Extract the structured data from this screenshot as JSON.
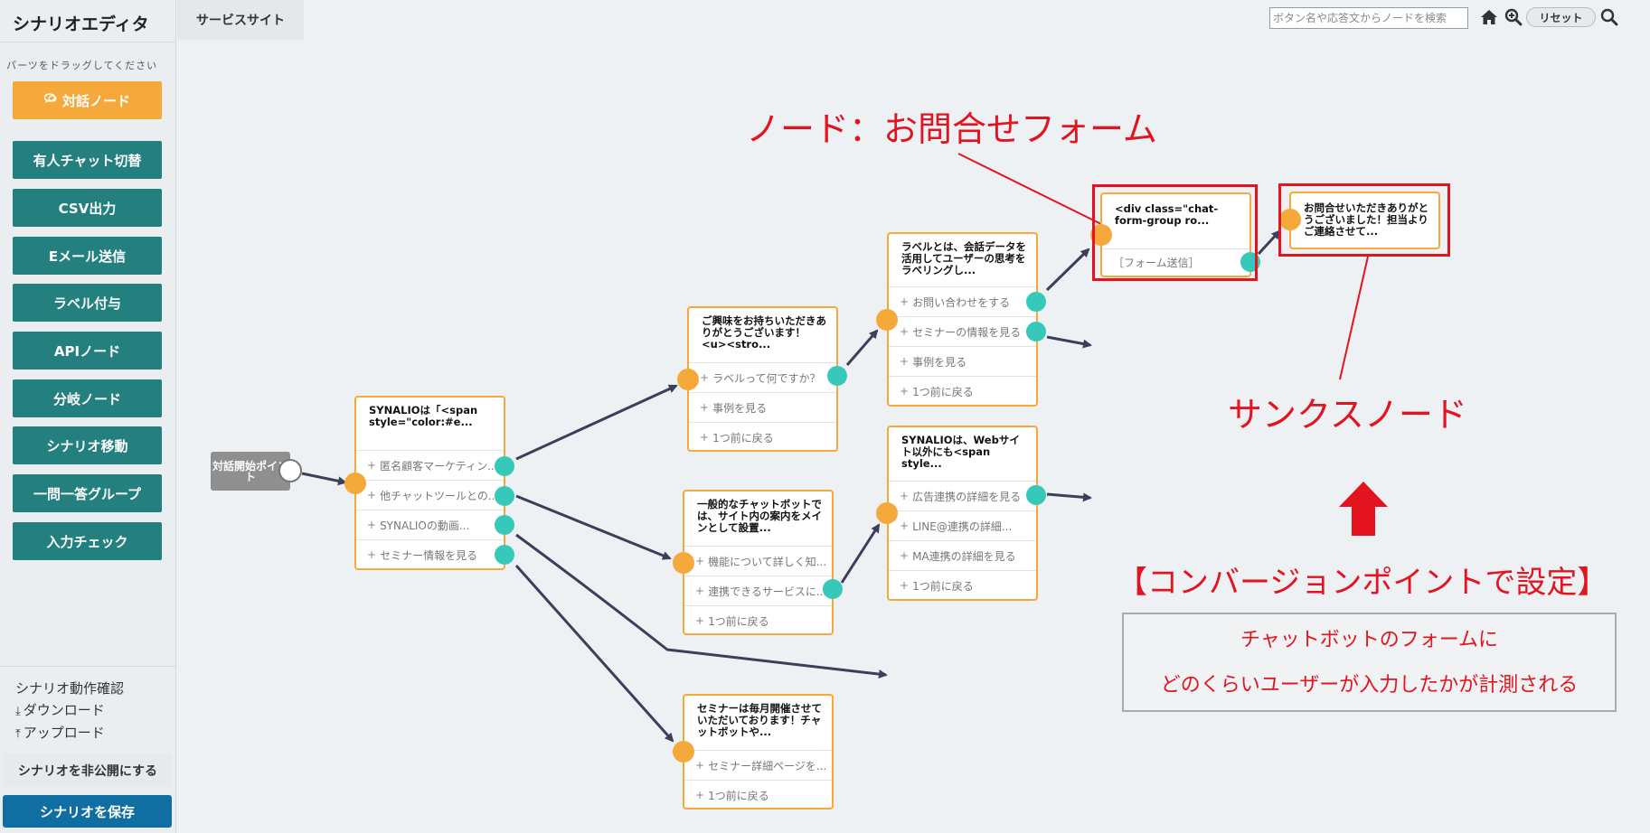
{
  "app": {
    "title": "シナリオエディタ",
    "tab": "サービスサイト"
  },
  "sidebar": {
    "hint": "パーツをドラッグしてください",
    "dialog_node": "対話ノード",
    "buttons": [
      "有人チャット切替",
      "CSV出力",
      "Eメール送信",
      "ラベル付与",
      "APIノード",
      "分岐ノード",
      "シナリオ移動",
      "一問一答グループ",
      "入力チェック"
    ],
    "preview": "シナリオ動作確認",
    "download": "ダウンロード",
    "upload": "アップロード",
    "unpublish": "シナリオを非公開にする",
    "save": "シナリオを保存"
  },
  "topbar": {
    "search_placeholder": "ボタン名や応答文からノードを検索",
    "reset": "リセット",
    "icons": [
      "home-icon",
      "zoom-in-icon",
      "search-icon"
    ]
  },
  "colors": {
    "teal": "#23807f",
    "orange": "#f6a93b",
    "save_blue": "#116ea3",
    "port_teal": "#36c9ba",
    "annotation_red": "#e3141f"
  },
  "canvas": {
    "start_node": "対話開始ポイント",
    "nodes": [
      {
        "text": "SYNALIOは「<span style=\"color:#e...",
        "options": [
          "匿名顧客マーケティン...",
          "他チャットツールとの...",
          "SYNALIOの動画...",
          "セミナー情報を見る"
        ]
      },
      {
        "text": "ご興味をお持ちいただきありがとうございます！<u><stro...",
        "options": [
          "ラベルって何ですか？",
          "事例を見る",
          "1つ前に戻る"
        ]
      },
      {
        "text": "一般的なチャットボットでは、サイト内の案内をメインとして設置...",
        "options": [
          "機能について詳しく知...",
          "連携できるサービスに...",
          "1つ前に戻る"
        ]
      },
      {
        "text": "セミナーは毎月開催させていただいております！チャットボットや...",
        "options": [
          "セミナー詳細ページを...",
          "1つ前に戻る"
        ]
      },
      {
        "text": "ラベルとは、会話データを活用してユーザーの思考をラベリングし...",
        "options": [
          "お問い合わせをする",
          "セミナーの情報を見る",
          "事例を見る",
          "1つ前に戻る"
        ]
      },
      {
        "text": "SYNALIOは、Webサイト以外にも<span style...",
        "options": [
          "広告連携の詳細を見る",
          "LINE@連携の詳細...",
          "MA連携の詳細を見る",
          "1つ前に戻る"
        ]
      },
      {
        "text": "<div class=\"chat-form-group ro...",
        "form_label": "［フォーム送信］"
      },
      {
        "text": "お問合せいただきありがとうございました！担当よりご連絡させて..."
      }
    ]
  },
  "annotations": {
    "form_node": "ノード：お問合せフォーム",
    "thanks_node": "サンクスノード",
    "conversion": "【コンバージョンポイントで設定】",
    "note_lines": [
      "チャットボットのフォームに",
      "どのくらいユーザーが入力したかが計測される"
    ]
  }
}
